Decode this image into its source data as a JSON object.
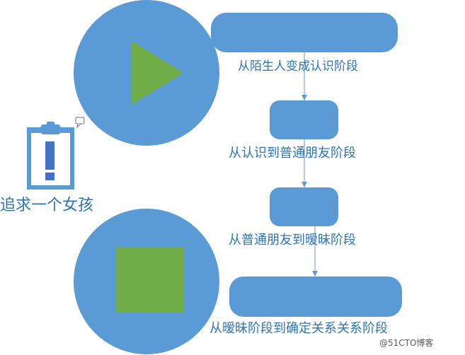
{
  "diagram": {
    "title": "追求一个女孩",
    "stages": [
      {
        "label": "从陌生人变成认识阶段"
      },
      {
        "label": "从认识到普通朋友阶段"
      },
      {
        "label": "从普通朋友到暧昧阶段"
      },
      {
        "label": "从暧昧阶段到确定关系关系阶段"
      }
    ],
    "icons": {
      "start": "play-icon",
      "end": "stop-icon",
      "clipboard": "clipboard-alert-icon",
      "comment": "comment-icon"
    },
    "colors": {
      "shape_fill": "#5b9bd5",
      "accent_green": "#70ad47",
      "text": "#2e75b6",
      "connector": "#5b9bd5",
      "clipboard_dark": "#4472c4"
    }
  },
  "watermark": "@51CTO博客"
}
